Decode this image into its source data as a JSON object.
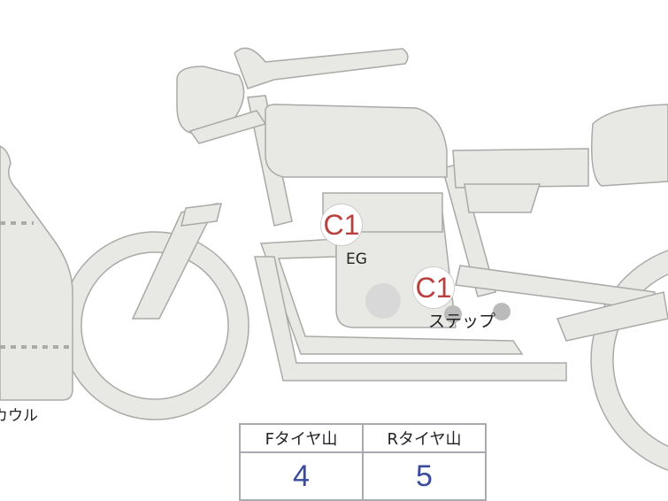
{
  "diagram": {
    "parts": [
      {
        "name": "カウル"
      },
      {
        "name": "EG",
        "grade": "C1"
      },
      {
        "name": "ステップ",
        "grade": "C1"
      }
    ],
    "colors": {
      "grade": "#b8403e",
      "value": "#3b4b9c",
      "body": "#e8e8e5"
    }
  },
  "tread_table": {
    "headers": [
      "Fタイヤ山",
      "Rタイヤ山"
    ],
    "values": [
      "4",
      "5"
    ]
  }
}
